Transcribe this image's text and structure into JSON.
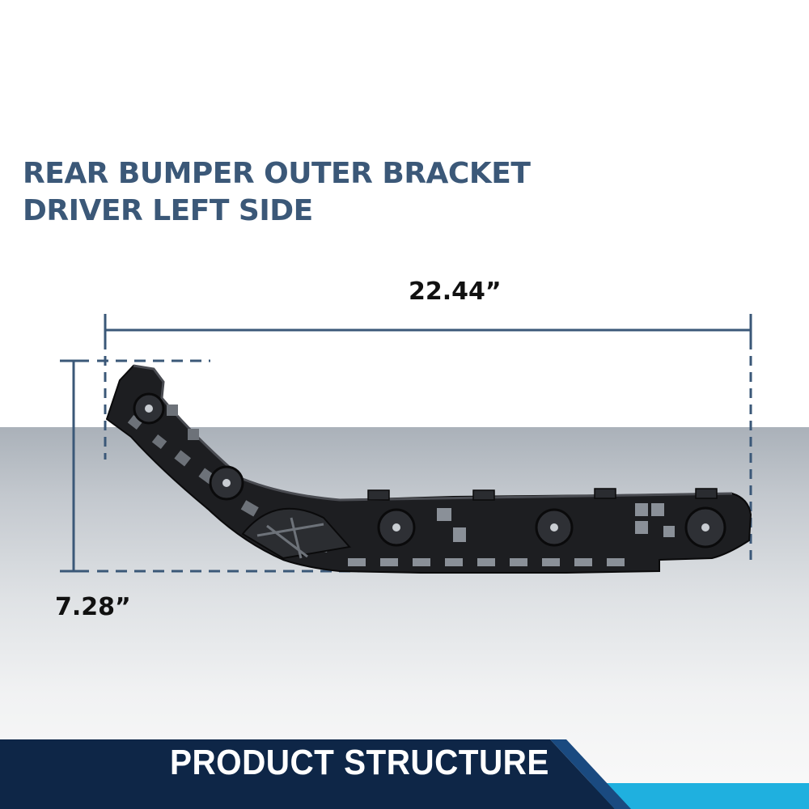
{
  "product": {
    "title_line1": "REAR BUMPER OUTER BRACKET",
    "title_line2": "DRIVER LEFT SIDE"
  },
  "dimensions": {
    "width": "22.44”",
    "height": "7.28”"
  },
  "banner": {
    "label": "PRODUCT STRUCTURE"
  },
  "colors": {
    "title": "#3b5878",
    "dimension_lines": "#3b5878",
    "banner_dark": "#0e2647",
    "banner_accent": "#1fb0df"
  }
}
